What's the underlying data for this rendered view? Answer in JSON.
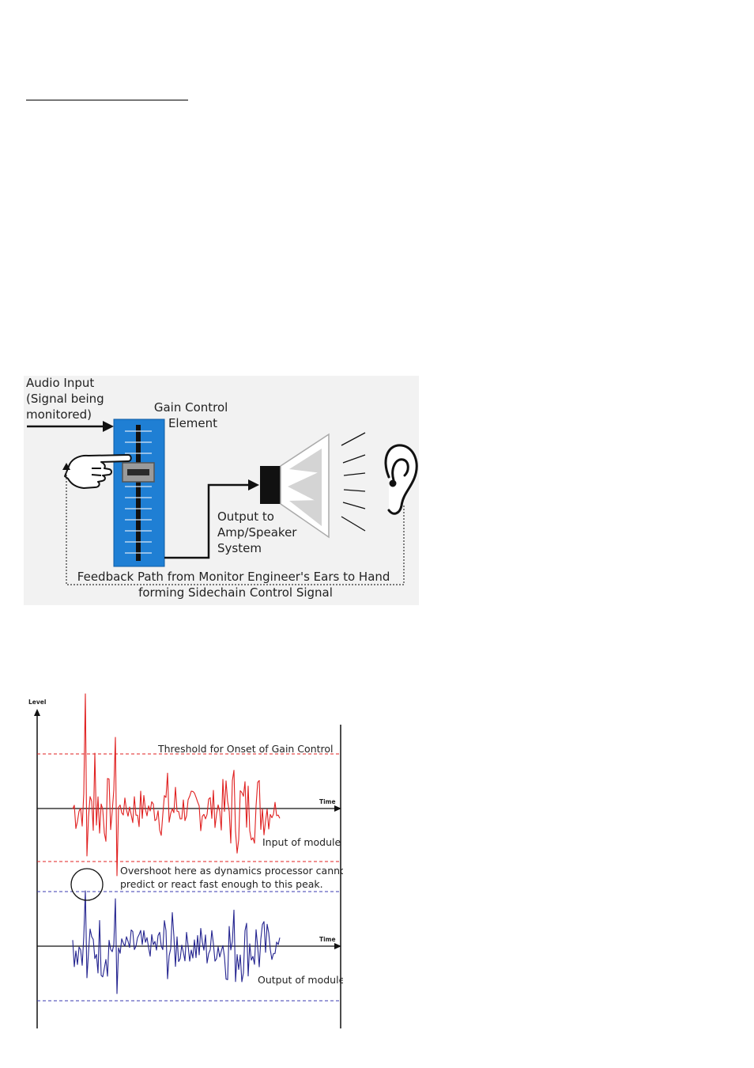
{
  "figure1": {
    "audio_input_lines": [
      "Audio Input",
      "(Signal being",
      "monitored)"
    ],
    "gain_control_lines": [
      "Gain Control",
      "Element"
    ],
    "output_lines": [
      "Output to",
      "Amp/Speaker",
      "System"
    ],
    "feedback_lines": [
      "Feedback Path from Monitor Engineer's Ears to Hand",
      "forming Sidechain Control Signal"
    ],
    "colors": {
      "fader_body": "#1f7fd4",
      "fader_track": "#111111",
      "background": "#f2f2f2"
    },
    "icons": [
      "hand-icon",
      "speaker-icon",
      "ear-icon"
    ]
  },
  "figure2": {
    "y_axis_label": "Level",
    "time_label_top": "Time",
    "time_label_bottom": "Time",
    "threshold_label": "Threshold for Onset of Gain Control",
    "input_label": "Input of module",
    "overshoot_lines": [
      "Overshoot here as dynamics processor cannot",
      "predict or react fast enough to this peak."
    ],
    "output_label": "Output of module",
    "colors": {
      "input_wave": "#e02020",
      "output_wave": "#23238f",
      "input_threshold": "#e02020",
      "output_threshold": "#3a3ab0"
    }
  }
}
